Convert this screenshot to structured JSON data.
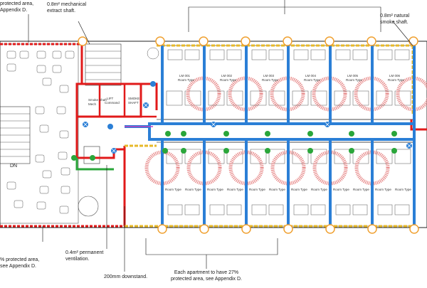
{
  "annotations": {
    "protected_area_top_left": [
      "protected area,",
      "Appendix D."
    ],
    "mech_shaft": [
      "0.8m² mechanical",
      "extract shaft."
    ],
    "natural_shaft": [
      "0.8m² natural",
      "smoke shaft."
    ],
    "protected_area_bottom_left": [
      "% protected area,",
      "see Appendix D."
    ],
    "permanent_vent": [
      "0.4m² permanent",
      "ventilation."
    ],
    "downstand": "200mm downstand.",
    "apartment_note": [
      "Each apartment to have 27%",
      "protected area, see Appendix D."
    ]
  },
  "stair_label": "DN",
  "core_labels": {
    "smoke_shaft": [
      "Smoke Shaft",
      "Mech"
    ],
    "lift": [
      "LIFT",
      "Command"
    ],
    "shaft2": [
      "SMOKE",
      "SHAFT"
    ]
  },
  "rooms_top": [
    "LM 001",
    "LM 002",
    "LM 003",
    "LM 004",
    "LM 005",
    "LM 006"
  ],
  "room_type_label": "Room Type",
  "colors": {
    "compartment_red": "#e11a1a",
    "corridor_blue": "#2b7fd6",
    "protected_yellow": "#e7b92a",
    "vent_green": "#2aa63a",
    "access_orange": "#f0a030",
    "hatch_pink": "#e78a8a"
  }
}
